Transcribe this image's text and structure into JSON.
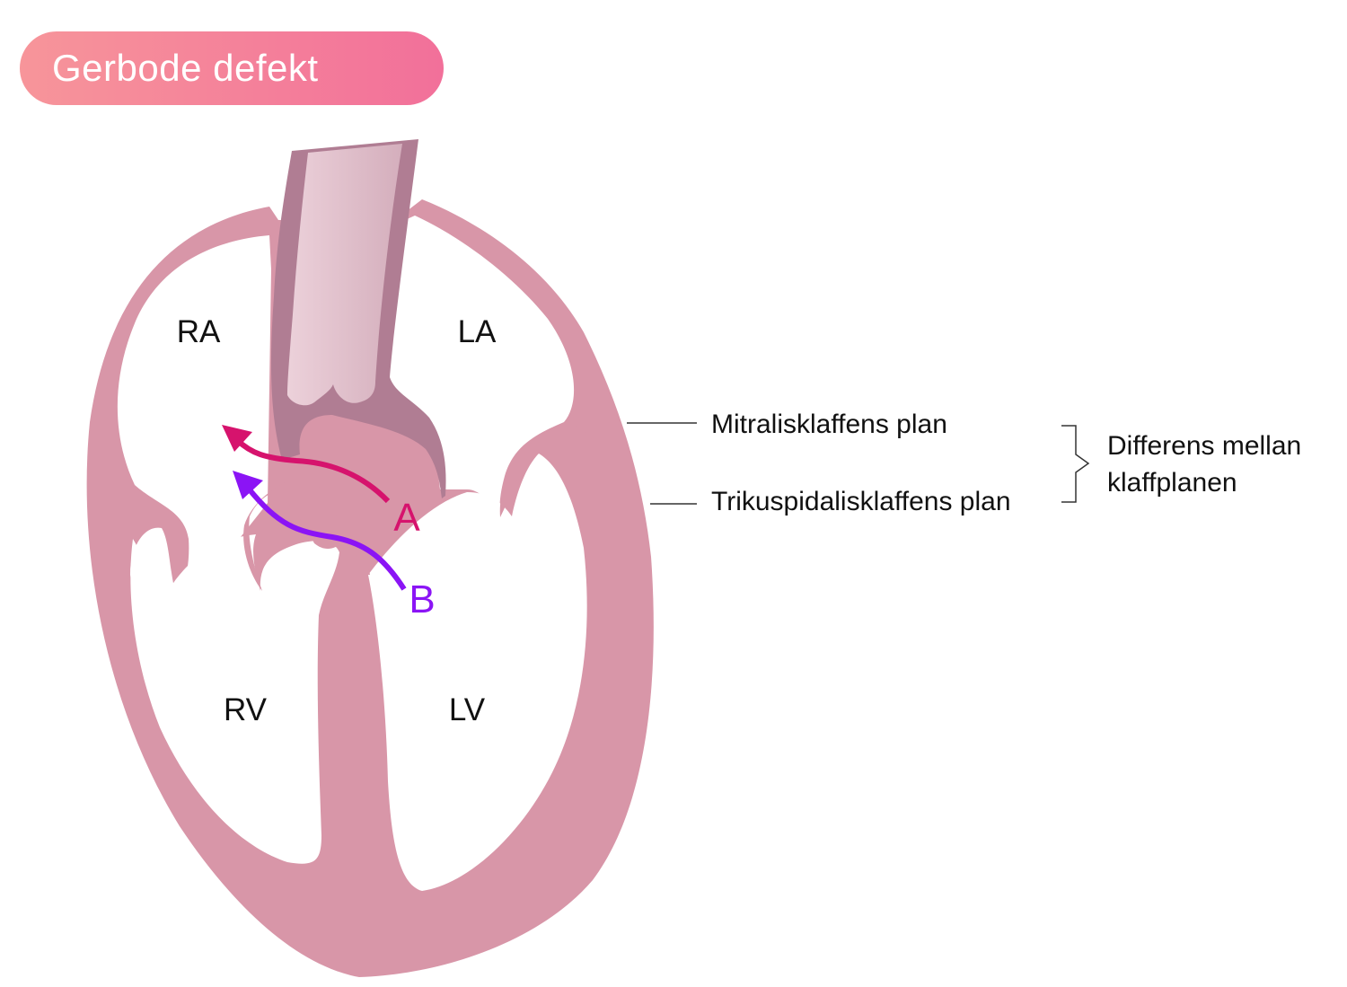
{
  "title": "Gerbode defekt",
  "chambers": {
    "ra": "RA",
    "la": "LA",
    "rv": "RV",
    "lv": "LV"
  },
  "shunts": {
    "a": {
      "label": "A",
      "color": "#d6136d"
    },
    "b": {
      "label": "B",
      "color": "#8b14f5"
    }
  },
  "annotations": {
    "mitral_plane": "Mitralisklaffens plan",
    "tricuspid_plane": "Trikuspidalisklaffens plan",
    "difference_line1": "Differens mellan",
    "difference_line2": "klaffplanen"
  },
  "colors": {
    "myocardium": "#d896a8",
    "aorta_wall": "#b07d93",
    "aorta_lumen_light": "#ecd1da",
    "aorta_lumen_dark": "#d4aebc",
    "title_gradient_start": "#f7959a",
    "title_gradient_end": "#f2709a"
  }
}
